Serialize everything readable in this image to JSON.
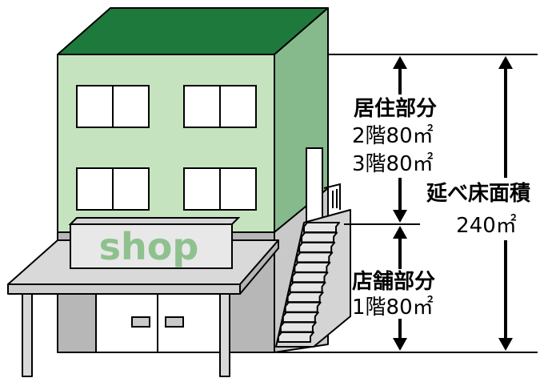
{
  "sign": {
    "text": "shop"
  },
  "residential": {
    "heading": "居住部分",
    "floor2": "2階80㎡",
    "floor3": "3階80㎡"
  },
  "store": {
    "heading": "店舗部分",
    "floor1": "1階80㎡"
  },
  "total": {
    "heading": "延べ床面積",
    "value": "240㎡"
  },
  "colors": {
    "roof": "#1e7a3c",
    "front_wall": "#c6e3c0",
    "side_wall": "#86b98c",
    "sign_text": "#8fc18f",
    "line": "#000000"
  }
}
